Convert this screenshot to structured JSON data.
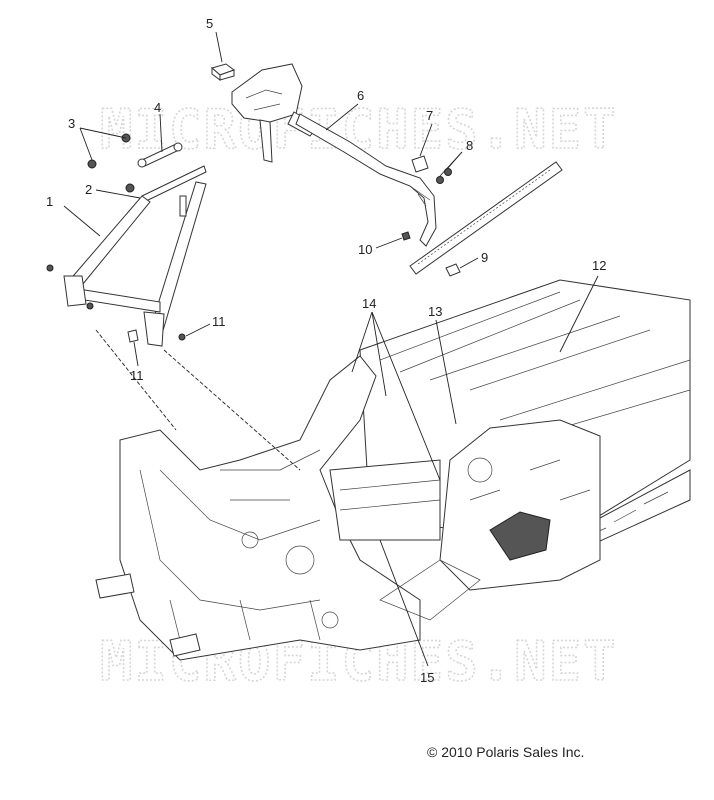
{
  "watermark": "MICROFICHES.NET",
  "copyright": "© 2010 Polaris Sales Inc.",
  "callouts": [
    "1",
    "2",
    "3",
    "4",
    "5",
    "6",
    "7",
    "8",
    "9",
    "10",
    "11",
    "11",
    "12",
    "13",
    "14",
    "15"
  ]
}
